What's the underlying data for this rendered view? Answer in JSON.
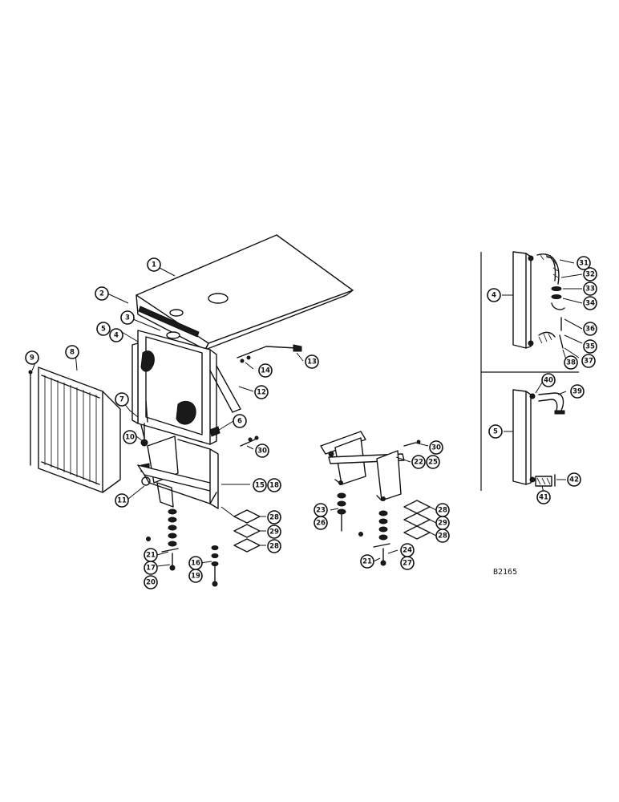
{
  "drawing_code": "B2165",
  "callouts": [
    {
      "label": "1"
    },
    {
      "label": "2"
    },
    {
      "label": "3"
    },
    {
      "label": "5"
    },
    {
      "label": "4"
    },
    {
      "label": "9"
    },
    {
      "label": "8"
    },
    {
      "label": "7"
    },
    {
      "label": "10"
    },
    {
      "label": "6"
    },
    {
      "label": "12"
    },
    {
      "label": "13"
    },
    {
      "label": "14"
    },
    {
      "label": "30"
    },
    {
      "label": "11"
    },
    {
      "label": "15"
    },
    {
      "label": "18"
    },
    {
      "label": "28"
    },
    {
      "label": "29"
    },
    {
      "label": "28"
    },
    {
      "label": "21"
    },
    {
      "label": "17"
    },
    {
      "label": "20"
    },
    {
      "label": "16"
    },
    {
      "label": "19"
    },
    {
      "label": "30"
    },
    {
      "label": "22"
    },
    {
      "label": "25"
    },
    {
      "label": "23"
    },
    {
      "label": "26"
    },
    {
      "label": "28"
    },
    {
      "label": "29"
    },
    {
      "label": "28"
    },
    {
      "label": "24"
    },
    {
      "label": "27"
    },
    {
      "label": "21"
    },
    {
      "label": "31"
    },
    {
      "label": "32"
    },
    {
      "label": "33"
    },
    {
      "label": "34"
    },
    {
      "label": "4"
    },
    {
      "label": "36"
    },
    {
      "label": "35"
    },
    {
      "label": "38"
    },
    {
      "label": "37"
    },
    {
      "label": "40"
    },
    {
      "label": "39"
    },
    {
      "label": "5"
    },
    {
      "label": "42"
    },
    {
      "label": "41"
    }
  ]
}
